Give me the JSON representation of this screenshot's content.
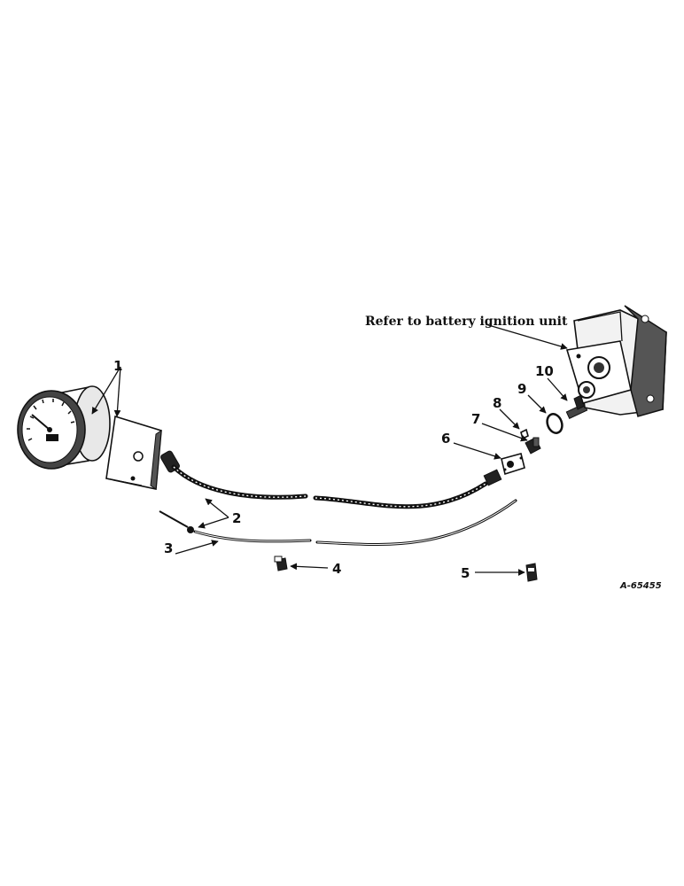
{
  "note": "Refer to battery ignition unit",
  "drawing_number": "A-65455",
  "callouts": [
    {
      "id": "1",
      "text": "1"
    },
    {
      "id": "2",
      "text": "2"
    },
    {
      "id": "3",
      "text": "3"
    },
    {
      "id": "4",
      "text": "4"
    },
    {
      "id": "5",
      "text": "5"
    },
    {
      "id": "6",
      "text": "6"
    },
    {
      "id": "7",
      "text": "7"
    },
    {
      "id": "8",
      "text": "8"
    },
    {
      "id": "9",
      "text": "9"
    },
    {
      "id": "10",
      "text": "10"
    }
  ]
}
